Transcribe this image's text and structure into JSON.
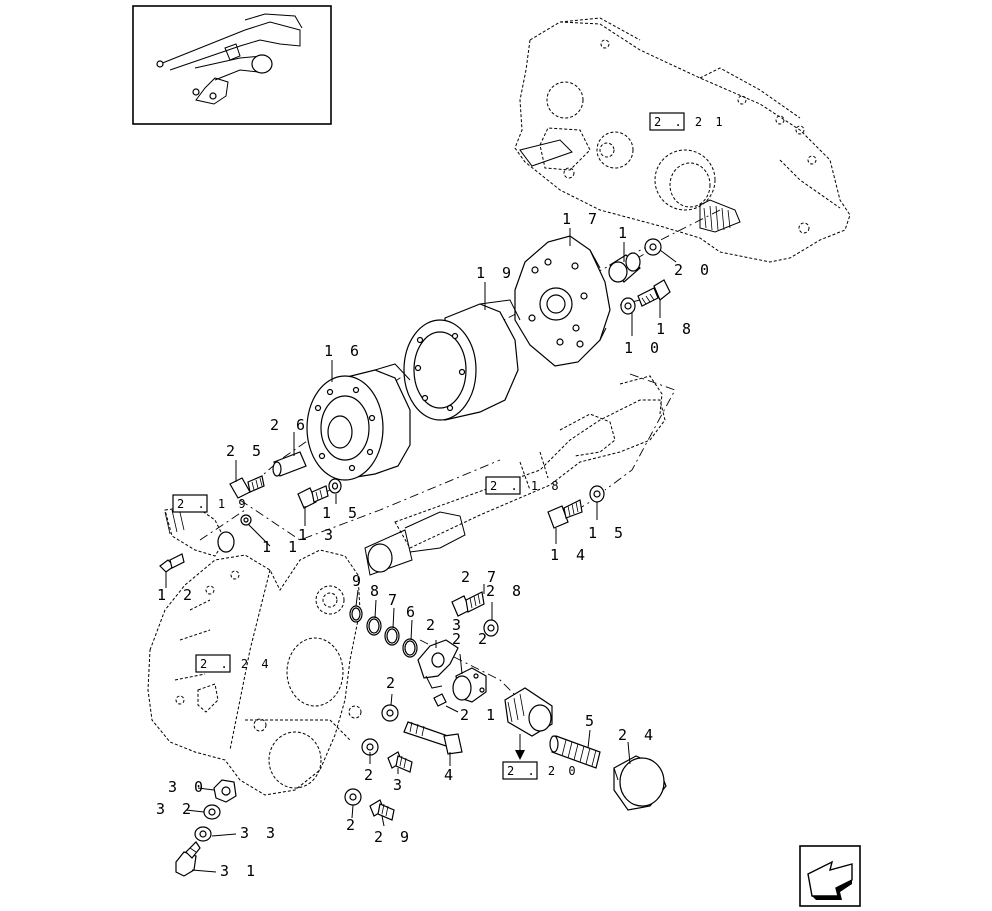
{
  "callouts": [
    {
      "id": "c17",
      "text": "1 7"
    },
    {
      "id": "c1a",
      "text": "1"
    },
    {
      "id": "c20",
      "text": "2 0"
    },
    {
      "id": "c19",
      "text": "1 9"
    },
    {
      "id": "c18",
      "text": "1 8"
    },
    {
      "id": "c10",
      "text": "1 0"
    },
    {
      "id": "c16",
      "text": "1 6"
    },
    {
      "id": "c26",
      "text": "2 6"
    },
    {
      "id": "c25",
      "text": "2 5"
    },
    {
      "id": "c13",
      "text": "1 3"
    },
    {
      "id": "c15a",
      "text": "1 5"
    },
    {
      "id": "c15b",
      "text": "1 5"
    },
    {
      "id": "c14",
      "text": "1 4"
    },
    {
      "id": "c11",
      "text": "1 1"
    },
    {
      "id": "c12",
      "text": "1 2"
    },
    {
      "id": "c9",
      "text": "9"
    },
    {
      "id": "c8",
      "text": "8"
    },
    {
      "id": "c7",
      "text": "7"
    },
    {
      "id": "c6",
      "text": "6"
    },
    {
      "id": "c27",
      "text": "2 7"
    },
    {
      "id": "c28",
      "text": "2 8"
    },
    {
      "id": "c23",
      "text": "2 3"
    },
    {
      "id": "c22",
      "text": "2 2"
    },
    {
      "id": "c21",
      "text": "2 1"
    },
    {
      "id": "c2a",
      "text": "2"
    },
    {
      "id": "c2b",
      "text": "2"
    },
    {
      "id": "c2c",
      "text": "2"
    },
    {
      "id": "c3",
      "text": "3"
    },
    {
      "id": "c4",
      "text": "4"
    },
    {
      "id": "c5",
      "text": "5"
    },
    {
      "id": "c24",
      "text": "2 4"
    },
    {
      "id": "c30",
      "text": "3 0"
    },
    {
      "id": "c32",
      "text": "3 2"
    },
    {
      "id": "c33",
      "text": "3 3"
    },
    {
      "id": "c31",
      "text": "3 1"
    },
    {
      "id": "c29",
      "text": "2 9"
    }
  ],
  "references": [
    {
      "id": "r21",
      "text": "2 . 2 1"
    },
    {
      "id": "r18",
      "text": "2 . 1 8"
    },
    {
      "id": "r19",
      "text": "2 . 1 9"
    },
    {
      "id": "r24",
      "text": "2 . 2 4"
    },
    {
      "id": "r20",
      "text": "2 . 2 0"
    }
  ]
}
